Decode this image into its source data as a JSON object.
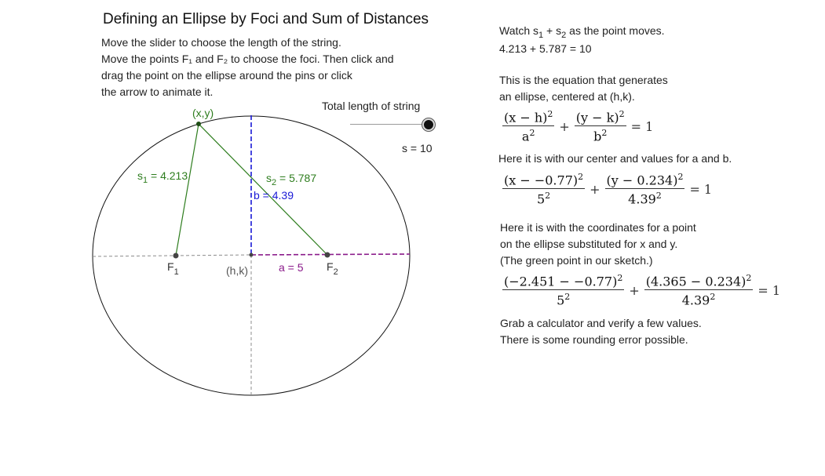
{
  "title": "Defining an Ellipse by Foci and Sum of Distances",
  "instructions": {
    "line1": "Move the slider to choose the length of the string.",
    "line2": "Move the  points F₁ and F₂ to choose the foci. Then click and",
    "line3": "drag the point on the ellipse around the pins or click",
    "line4": "the arrow to animate it."
  },
  "slider": {
    "label": "Total length of string",
    "value_text": "s = 10",
    "value": 10
  },
  "sketch": {
    "point_label": "(x,y)",
    "s1_label": "s",
    "s1_sub": "1",
    "s1_value": " = 4.213",
    "s2_label": "s",
    "s2_sub": "2",
    "s2_value": " = 5.787",
    "b_label": "b = 4.39",
    "a_label": "a = 5",
    "center_label": "(h,k)",
    "f1_label": "F",
    "f1_sub": "1",
    "f2_label": "F",
    "f2_sub": "2",
    "colors": {
      "green": "#2e7d1e",
      "blue": "#1a1ad6",
      "purple": "#8a1a8a",
      "gray": "#8c8c8c"
    }
  },
  "watch": {
    "w1": "Watch s",
    "sub1": "1",
    "w2": " + s",
    "sub2": "2",
    "w3": " as the point moves.",
    "sum_line": "4.213 + 5.787 = 10"
  },
  "equation_intro": {
    "line1": "This is the equation that generates",
    "line2": "an ellipse, centered at (h,k)."
  },
  "general_eq": {
    "num1": "(x − h)",
    "den1": "a",
    "num2": "(y − k)",
    "den2": "b",
    "exp": "2",
    "plus": "+",
    "eq": "= 1"
  },
  "center_intro": "Here it is with our center and values for a and b.",
  "center_eq": {
    "num1": "(x − −0.77)",
    "den1": "5",
    "num2": "(y − 0.234)",
    "den2": "4.39",
    "exp": "2",
    "plus": "+",
    "eq": "= 1"
  },
  "point_intro": {
    "line1": "Here it is with the coordinates for a point",
    "line2": "on the ellipse substituted for x and y.",
    "line3": "(The green point in our sketch.)"
  },
  "point_eq": {
    "num1": "(−2.451 − −0.77)",
    "den1": "5",
    "num2": "(4.365 − 0.234)",
    "den2": "4.39",
    "exp": "2",
    "plus": "+",
    "eq": "= 1"
  },
  "closing": {
    "line1": "Grab a calculator and verify a few values.",
    "line2": "There is some rounding error possible."
  }
}
